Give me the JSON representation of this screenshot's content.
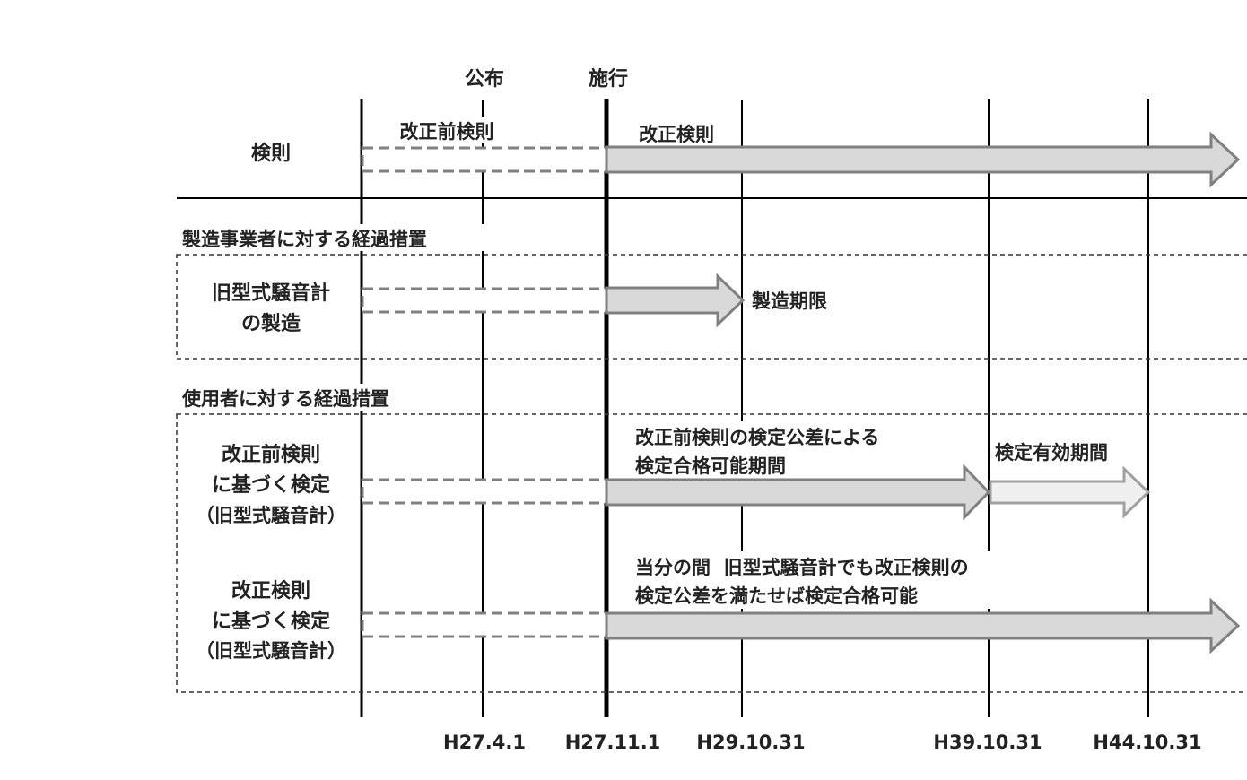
{
  "header": {
    "announce": "公布",
    "enforce": "施行"
  },
  "rows": {
    "rule": {
      "label": "検則",
      "before": "改正前検則",
      "after": "改正検則"
    },
    "maker_section": "製造事業者に対する経過措置",
    "maker": {
      "label1": "旧型式騒音計",
      "label2": "の製造",
      "deadline": "製造期限"
    },
    "user_section": "使用者に対する経過措置",
    "user_old": {
      "label1": "改正前検則",
      "label2": "に基づく検定",
      "label3": "（旧型式騒音計）",
      "text1": "改正前検則の検定公差による",
      "text2": "検定合格可能期間",
      "valid": "検定有効期間"
    },
    "user_new": {
      "label1": "改正検則",
      "label2": "に基づく検定",
      "label3": "（旧型式騒音計）",
      "text1": "当分の間  旧型式騒音計でも改正検則の",
      "text2": "検定公差を満たせば検定合格可能"
    }
  },
  "dates": [
    "H27.4.1",
    "H27.11.1",
    "H29.10.31",
    "H39.10.31",
    "H44.10.31"
  ],
  "colors": {
    "arrow": "#d9d9d9",
    "arrow_light": "#f0f0f0",
    "stroke": "#808080"
  }
}
